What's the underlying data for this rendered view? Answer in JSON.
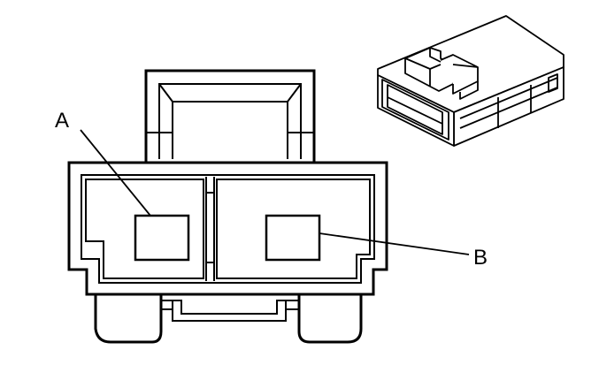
{
  "diagram": {
    "callouts": [
      {
        "id": "A",
        "label": "A"
      },
      {
        "id": "B",
        "label": "B"
      }
    ]
  },
  "colors": {
    "stroke": "#000000",
    "fill": "#ffffff"
  }
}
